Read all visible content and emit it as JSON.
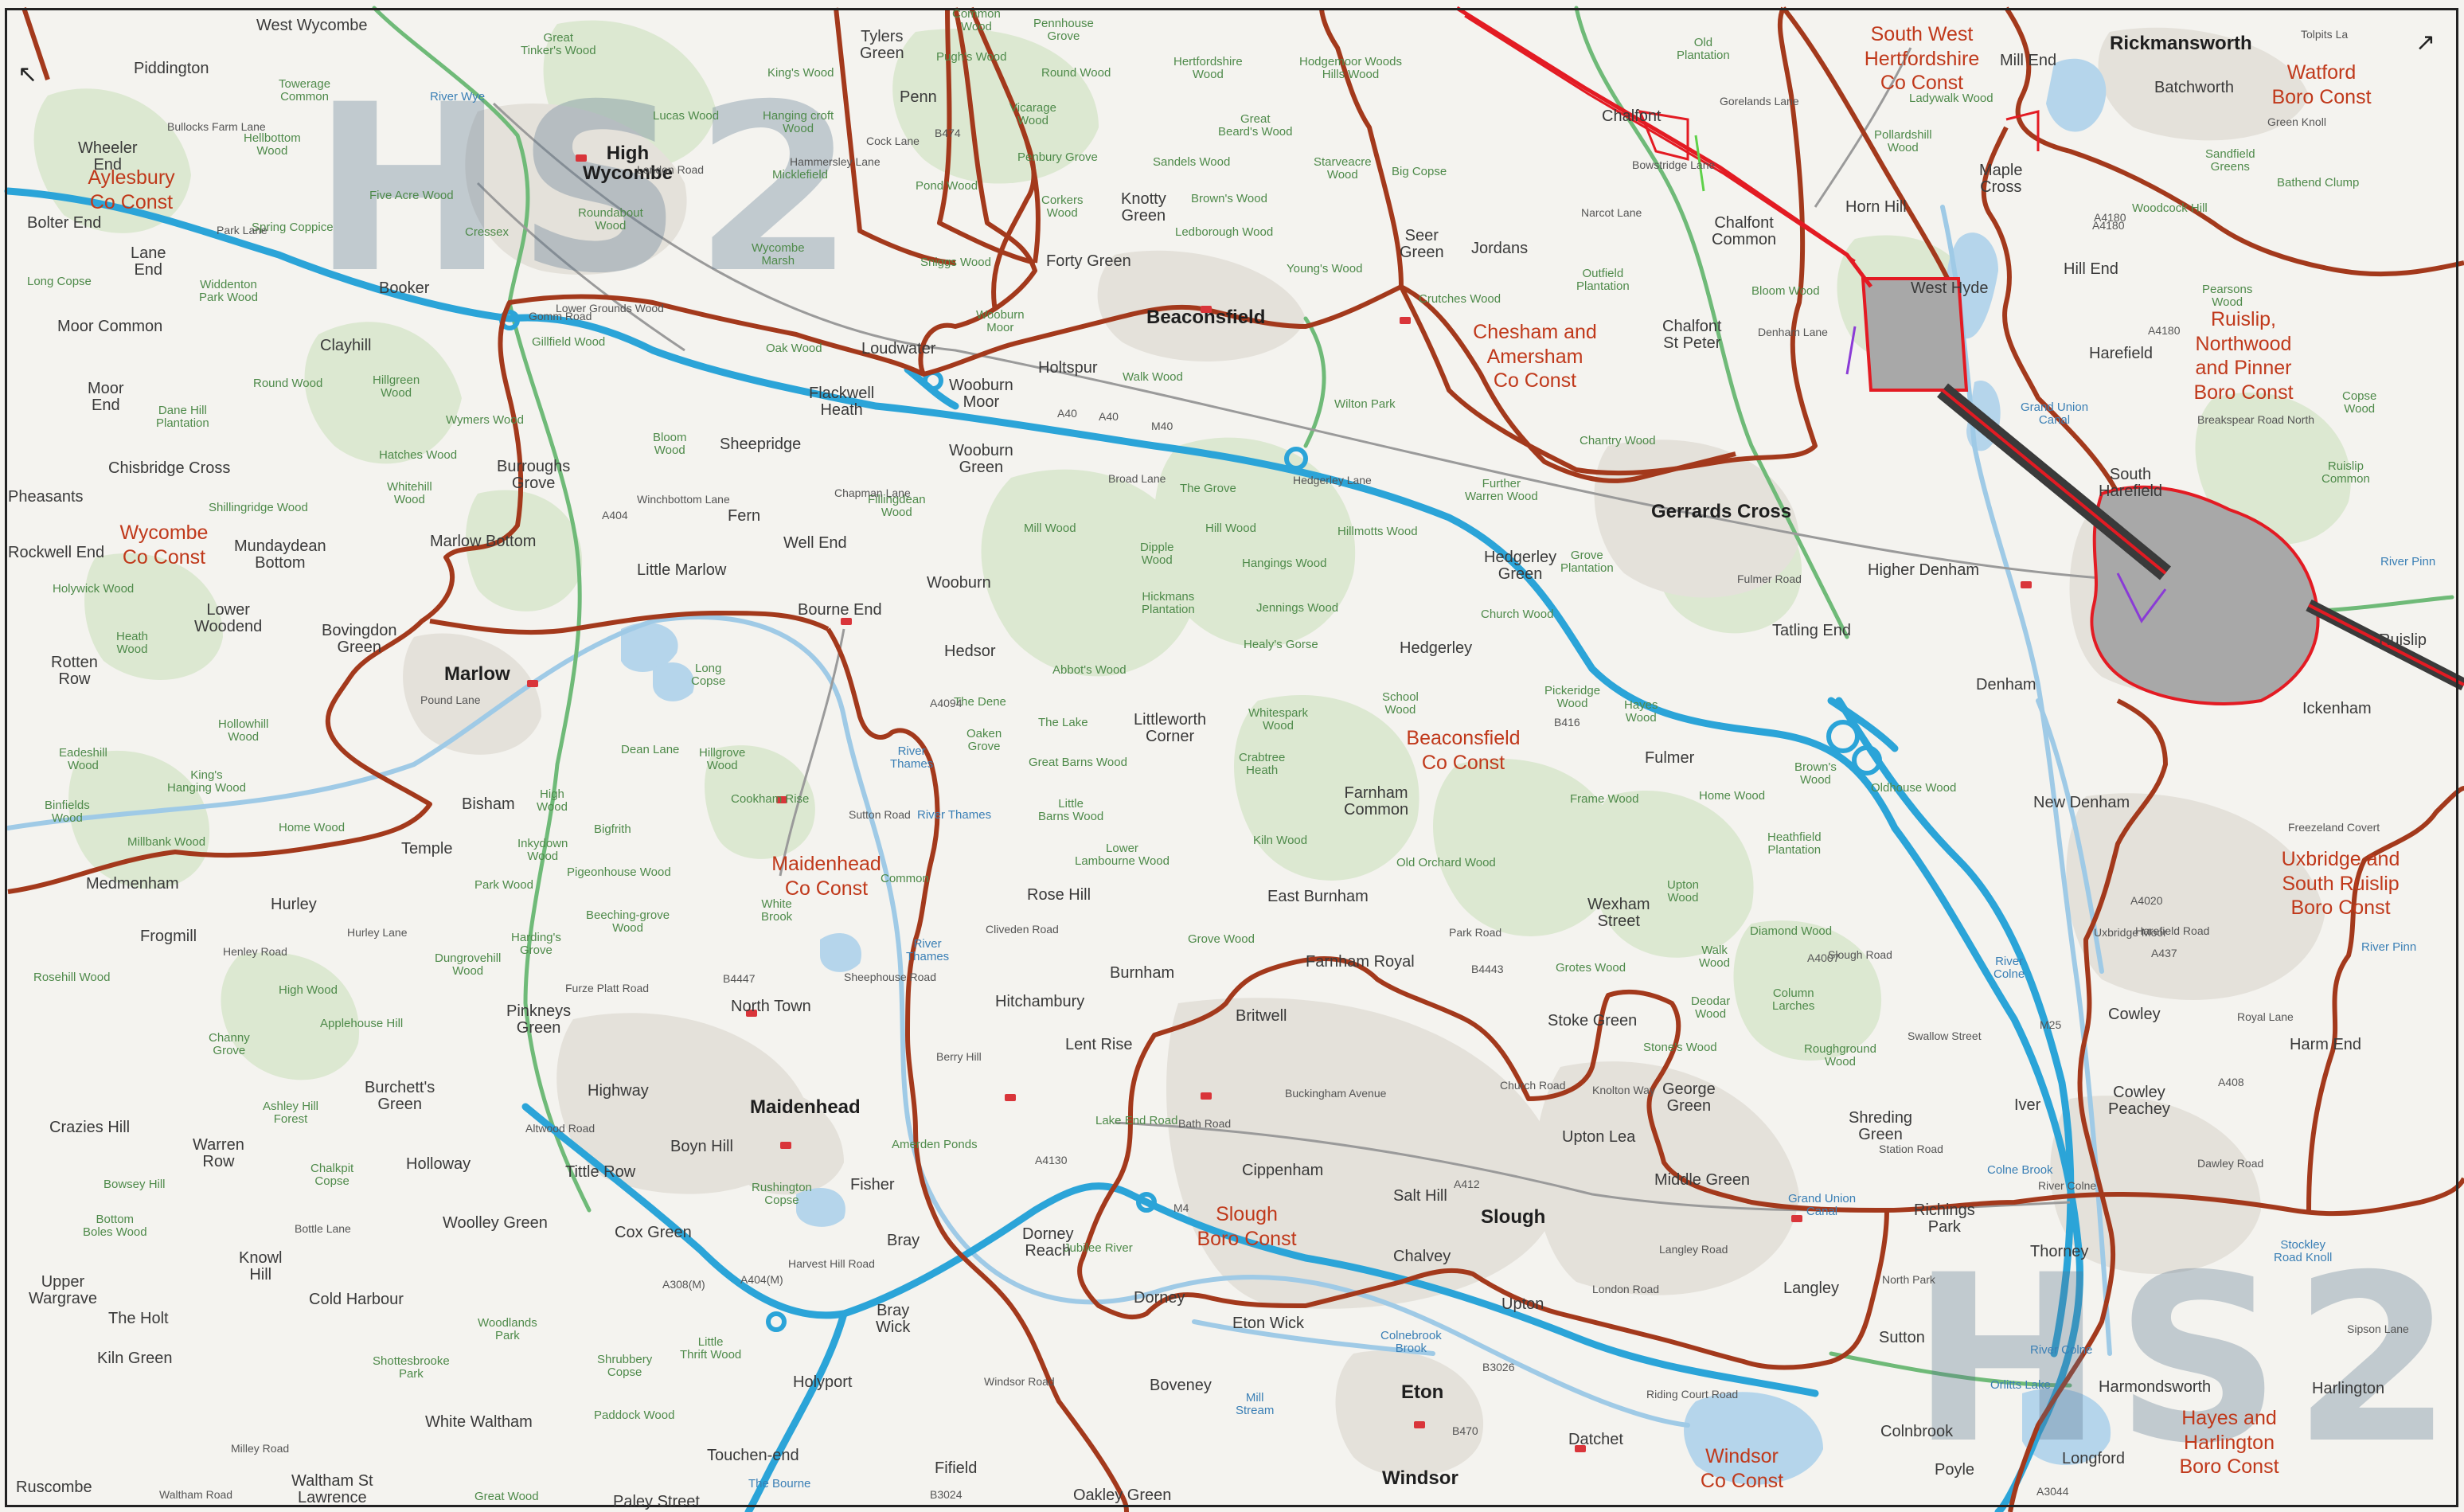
{
  "watermark": {
    "text": "HS2"
  },
  "constituencies": {
    "aylesbury": "Aylesbury\nCo Const",
    "wycombe": "Wycombe\nCo Const",
    "beaconsfield": "Beaconsfield\nCo Const",
    "chesham": "Chesham and\nAmersham\nCo Const",
    "sw_herts": "South West\nHertfordshire\nCo Const",
    "watford": "Watford\nBoro Const",
    "ruislip": "Ruislip,\nNorthwood\nand Pinner\nBoro Const",
    "uxbridge": "Uxbridge and\nSouth Ruislip\nBoro Const",
    "maidenhead": "Maidenhead\nCo Const",
    "slough": "Slough\nBoro Const",
    "windsor": "Windsor\nCo Const",
    "hayes": "Hayes and\nHarlington\nBoro Const"
  },
  "towns": {
    "high_wycombe": "High\nWycombe",
    "beaconsfield": "Beaconsfield",
    "marlow": "Marlow",
    "maidenhead": "Maidenhead",
    "slough": "Slough",
    "gerrards_cross": "Gerrards Cross",
    "rickmansworth": "Rickmansworth",
    "windsor": "Windsor",
    "eton": "Eton"
  },
  "places": {
    "west_wycombe": "West Wycombe",
    "piddington": "Piddington",
    "wheeler_end": "Wheeler\nEnd",
    "bolter_end": "Bolter End",
    "lane_end": "Lane\nEnd",
    "moor_common": "Moor Common",
    "booker": "Booker",
    "clayhill": "Clayhill",
    "moor_end": "Moor\nEnd",
    "chisbridge_cross": "Chisbridge Cross",
    "pheasants": "Pheasants",
    "rockwell_end": "Rockwell End",
    "mundaydean_bottom": "Mundaydean\nBottom",
    "lower_woodend": "Lower\nWoodend",
    "bovingdon_green": "Bovingdon\nGreen",
    "rotten_row": "Rotten\nRow",
    "medmenham": "Medmenham",
    "hurley": "Hurley",
    "frogmill": "Frogmill",
    "bisham": "Bisham",
    "temple": "Temple",
    "marlow_bottom": "Marlow Bottom",
    "burroughs_grove": "Burroughs\nGrove",
    "little_marlow": "Little Marlow",
    "fern": "Fern",
    "well_end": "Well End",
    "bourne_end": "Bourne End",
    "wooburn": "Wooburn",
    "wooburn_green": "Wooburn\nGreen",
    "wooburn_moor": "Wooburn\nMoor",
    "flackwell_heath": "Flackwell\nHeath",
    "sheepridge": "Sheepridge",
    "loudwater": "Loudwater",
    "holtspur": "Holtspur",
    "tylers_green": "Tylers\nGreen",
    "penn": "Penn",
    "knotty_green": "Knotty\nGreen",
    "forty_green": "Forty Green",
    "seer_green": "Seer\nGreen",
    "jordans": "Jordans",
    "chalfont_common": "Chalfont\nCommon",
    "chalfont_st_peter": "Chalfont\nSt Peter",
    "chalfont": "Chalfont",
    "horn_hill": "Horn Hill",
    "maple_cross": "Maple\nCross",
    "mill_end": "Mill End",
    "batchworth": "Batchworth",
    "hill_end": "Hill End",
    "harefield": "Harefield",
    "south_harefield": "South\nHarefield",
    "higher_denham": "Higher Denham",
    "tatling_end": "Tatling End",
    "denham": "Denham",
    "new_denham": "New Denham",
    "cowley": "Cowley",
    "cowley_peachey": "Cowley\nPeachey",
    "hillingdon_end": "Harm End",
    "harlington": "Harlington",
    "harmondsworth": "Harmondsworth",
    "thorney": "Thorney",
    "richings_park": "Richings\nPark",
    "iver": "Iver",
    "shreding_green": "Shreding\nGreen",
    "langley": "Langley",
    "middle_green": "Middle Green",
    "george_green": "George\nGreen",
    "upton_lea": "Upton Lea",
    "stoke_green": "Stoke Green",
    "wexham_street": "Wexham\nStreet",
    "fulmer": "Fulmer",
    "hedgerley": "Hedgerley",
    "hedgerley_green": "Hedgerley\nGreen",
    "farnham_common": "Farnham\nCommon",
    "east_burnham": "East Burnham",
    "farnham_royal": "Farnham Royal",
    "burnham": "Burnham",
    "britwell": "Britwell",
    "cippenham": "Cippenham",
    "salt_hill": "Salt Hill",
    "chalvey": "Chalvey",
    "upton": "Upton",
    "eton_wick": "Eton Wick",
    "dorney": "Dorney",
    "dorney_reach": "Dorney\nReach",
    "boveney": "Boveney",
    "bray": "Bray",
    "bray_wick": "Bray\nWick",
    "holyport": "Holyport",
    "fishery": "Fisher",
    "boyn_hill": "Boyn Hill",
    "highway": "Highway",
    "north_town": "North Town",
    "pinkneys_green": "Pinkneys\nGreen",
    "tittle_row": "Tittle Row",
    "cox_green": "Cox Green",
    "woolley_green": "Woolley Green",
    "holloway": "Holloway",
    "burchetts_green": "Burchett's\nGreen",
    "warren_row": "Warren\nRow",
    "crazies_hill": "Crazies Hill",
    "knowl_hill": "Knowl\nHill",
    "upper_wargrave": "Upper\nWargrave",
    "cold_harbour": "Cold Harbour",
    "the_holt": "The Holt",
    "kiln_green": "Kiln Green",
    "white_waltham": "White Waltham",
    "touchen_end": "Touchen-end",
    "paley_street": "Paley Street",
    "waltham_st_lawrence": "Waltham St\nLawrence",
    "ruscombe": "Ruscombe",
    "fifield": "Fifield",
    "oakley_green": "Oakley Green",
    "datchet": "Datchet",
    "colnbrook": "Colnbrook",
    "poyle": "Poyle",
    "longford": "Longford",
    "sutton": "Sutton",
    "littleworth_corner": "Littleworth\nCorner",
    "hitchambury": "Hitchambury",
    "lent_rise": "Lent Rise",
    "rose_hill": "Rose Hill",
    "hedsor": "Hedsor",
    "ickenham": "Ickenham",
    "ruislip": "Ruislip",
    "west_hyde": "West Hyde"
  },
  "woods": {
    "great_tinkers": "Great\nTinker's Wood",
    "kings_wood": "King's Wood",
    "lucas_wood": "Lucas Wood",
    "hanging_croft": "Hanging croft\nWood",
    "towerage": "Towerage\nCommon",
    "hellbottom": "Hellbottom\nWood",
    "five_acre": "Five Acre Wood",
    "spring_coppice": "Spring Coppice",
    "widdenton": "Widdenton\nPark Wood",
    "long_copse": "Long Copse",
    "round_wood": "Round Wood",
    "hillgreen": "Hillgreen\nWood",
    "dane_hill": "Dane Hill\nPlantation",
    "wymers": "Wymers Wood",
    "hatches": "Hatches Wood",
    "whitehill": "Whitehill\nWood",
    "shillingridge": "Shillingridge Wood",
    "holywick": "Holywick Wood",
    "heath_wood": "Heath\nWood",
    "hollowhill": "Hollowhill\nWood",
    "eadeshill": "Eadeshill\nWood",
    "kings_hanging": "King's\nHanging Wood",
    "binfields": "Binfields\nWood",
    "millbank": "Millbank Wood",
    "home_wood": "Home Wood",
    "high_wood": "High Wood",
    "rosehill": "Rosehill Wood",
    "bloom": "Bloom\nWood",
    "gillfield": "Gillfield Wood",
    "oak_wood": "Oak Wood",
    "fillingdean": "Fillingdean\nWood",
    "mill_wood": "Mill Wood",
    "dipple": "Dipple\nWood",
    "the_grove": "The Grove",
    "hill_wood": "Hill Wood",
    "hangings": "Hangings Wood",
    "hickmans": "Hickmans\nPlantation",
    "jennings": "Jennings Wood",
    "healys": "Healy's Gorse",
    "abbots": "Abbot's Wood",
    "the_lake": "The Lake",
    "great_barns": "Great Barns Wood",
    "oaken_grove": "Oaken\nGrove",
    "little_barns": "Little\nBarns Wood",
    "lower_lambourne": "Lower\nLambourne Wood",
    "whitespark": "Whitespark\nWood",
    "crabtree": "Crabtree\nHeath",
    "kiln_wood": "Kiln Wood",
    "grove_wood": "Grove Wood",
    "church_wood": "Church Wood",
    "school_wood": "School\nWood",
    "pickeridge": "Pickeridge\nWood",
    "hayes_wood": "Hayes\nWood",
    "old_orchard": "Old Orchard Wood",
    "frame_wood": "Frame Wood",
    "home_wood2": "Home Wood",
    "heathfield": "Heathfield\nPlantation",
    "upton_wood": "Upton\nWood",
    "diamond": "Diamond Wood",
    "walk_wood": "Walk\nWood",
    "grotes": "Grotes Wood",
    "stones": "Stone's Wood",
    "deodar": "Deodar\nWood",
    "column": "Column\nLarches",
    "roughground": "Roughground\nWood",
    "grove_plantation": "Grove\nPlantation",
    "chantry": "Chantry Wood",
    "further_warren": "Further\nWarren Wood",
    "crutches": "Crutches Wood",
    "youngs": "Young's Wood",
    "hillmotts": "Hillmotts Wood",
    "oldhouse": "Oldhouse Wood",
    "browns_wood": "Brown's\nWood",
    "pollardshill": "Pollardshill\nWood",
    "ladywalk": "Ladywalk Wood",
    "bloom_wood": "Bloom Wood",
    "outfield": "Outfield\nPlantation",
    "old_plantation": "Old\nPlantation",
    "woodcock": "Woodcock Hill",
    "sandfield": "Sandfield\nGreens",
    "pearsons": "Pearsons\nWood",
    "copse_wood": "Copse\nWood",
    "ruislip_common": "Ruislip\nCommon",
    "mad_bess": "Bathend Clump",
    "pughs": "Pugh's Wood",
    "common_wood": "Common\nWood",
    "pennhouse": "Pennhouse\nGrove",
    "hertfordshire": "Hertfordshire\nWood",
    "hodgemoor": "Hodgemoor Woods\nHills Wood",
    "round_wood2": "Round Wood",
    "vicarage": "Vicarage\nWood",
    "penbury": "Penbury Grove",
    "corkers": "Corkers\nWood",
    "sandels": "Sandels Wood",
    "pond_wood": "Pond Wood",
    "snigg": "Sniggs Wood",
    "browns": "Brown's Wood",
    "ledborough": "Ledborough Wood",
    "starveacre": "Starveacre\nWood",
    "big_copse": "Big Copse",
    "great_bereds": "Great\nBeard's Wood",
    "wooburn_moor_wood": "Wooburn\nMoor",
    "walk_wood2": "Walk Wood",
    "wilton_park": "Wilton Park",
    "roundabout": "Roundabout\nWood",
    "cressex": "Cressex",
    "micklefield": "Micklefield",
    "wycombe_marsh": "Wycombe\nMarsh",
    "hillgrove": "Hillgrove\nWood",
    "inkydown": "Inkydown\nWood",
    "park_wood": "Park Wood",
    "pigeonhouse": "Pigeonhouse Wood",
    "beeching": "Beeching-grove\nWood",
    "hardings": "Harding's\nGrove",
    "dungrovehill": "Dungrovehill\nWood",
    "applehouse": "Applehouse Hill",
    "channy": "Channy\nGrove",
    "ashley_hill": "Ashley Hill\nForest",
    "chalkpit": "Chalkpit\nCopse",
    "bowsey": "Bowsey Hill",
    "bottom_boles": "Bottom\nBoles Wood",
    "woodlands_park": "Woodlands\nPark",
    "shottesbrooke": "Shottesbrooke\nPark",
    "shrubbery": "Shrubbery\nCopse",
    "little_thrift": "Little\nThrift Wood",
    "paddock": "Paddock Wood",
    "great_wood": "Great Wood",
    "rushington": "Rushington\nCopse",
    "high_wood2": "High\nWood",
    "long_copse2": "Long\nCopse",
    "the_dene": "The Dene",
    "white_brook": "White\nBrook",
    "common": "Common",
    "cookham_rise": "Cookham Rise",
    "bigfrith": "Bigfrith",
    "dean_lane": "Dean Lane",
    "lake_end": "Lake End Road",
    "amerden": "Amerden Ponds",
    "jubilee": "Jubilee River"
  },
  "waters": {
    "river_thames": "River\nThames",
    "river_thames2": "River Thames",
    "river_thames3": "River\nThames",
    "river_wye": "River Wye",
    "grand_union": "Grand Union\nCanal",
    "river_colne": "River\nColne",
    "river_pinn": "River Pinn",
    "river_pinn2": "River Pinn",
    "colne_brook": "Colne Brook",
    "the_bourne": "The Bourne",
    "clewer_mill": "Mill\nStream",
    "colne_brook2": "Colnebrook\nBrook",
    "grand_union2": "Grand Union\nCanal",
    "orlitts": "Orlitts Lake",
    "river_colne2": "River Colne",
    "stockley": "Stockley\nRoad Knoll"
  },
  "roads": {
    "bullocks": "Bullocks Farm Lane",
    "park_lane": "Park Lane",
    "london_road": "London Road",
    "hammersley": "Hammersley Lane",
    "gomm": "Gomm Road",
    "lower_grounds": "Lower Grounds Wood",
    "m40": "M40",
    "a40": "A40",
    "a404": "A404",
    "hedgerley_lane": "Hedgerley Lane",
    "henley_road": "Henley Road",
    "pound_lane": "Pound Lane",
    "hurley_lane": "Hurley Lane",
    "furze_platt": "Furze Platt Road",
    "sheephouse": "Sheephouse Road",
    "sutton_road": "Sutton Road",
    "a308m": "A308(M)",
    "a404m": "A404(M)",
    "m4": "M4",
    "bath_road": "Bath Road",
    "buckingham": "Buckingham Avenue",
    "berry_hill": "Berry Hill",
    "windsor_road": "Windsor Road",
    "cliveden_road": "Cliveden Road",
    "park_road": "Park Road",
    "a4007": "A4007",
    "slough_road": "Slough Road",
    "a4020": "A4020",
    "m25": "M25",
    "a4180": "A4180",
    "a408": "A408",
    "london_road2": "London Road",
    "langley_road": "Langley Road",
    "a412": "A412",
    "church_road": "Church Road",
    "knolton": "Knolton Way",
    "b3026": "B3026",
    "b470": "B470",
    "b3024": "B3024",
    "riding_court": "Riding Court Road",
    "north_park": "North Park",
    "a3044": "A3044",
    "b416": "B416",
    "b4443": "B4443",
    "goreland": "Gorelands Lane",
    "bowstridge": "Bowstridge Lane",
    "narcot": "Narcot Lane",
    "denham_lane": "Denham Lane",
    "breakspear": "Breakspear Road North",
    "a4180b": "A4180",
    "waltham_road": "Waltham Road",
    "milley": "Milley Road",
    "bottle_lane": "Bottle Lane",
    "b4447": "B4447",
    "a4130": "A4130",
    "a4094": "A4094",
    "a40b": "A40",
    "cock_lane": "Cock Lane",
    "b474": "B474",
    "broad_lane": "Broad Lane",
    "chapman": "Chapman Lane",
    "winchbottom": "Winchbottom Lane",
    "harvest_hill": "Harvest Hill Road",
    "altwood": "Altwood Road",
    "fulmer_road": "Fulmer Road",
    "swallow": "Swallow Street",
    "royal_lane": "Royal Lane",
    "a4020b": "Harefield Road",
    "a437": "A437",
    "station_road": "Station Road",
    "a408b": "Dawley Road",
    "freezeland": "Freezeland Covert",
    "uxbridge_moor": "Uxbridge Moor",
    "river_colne3": "River Colne",
    "harmond": "Sipson Lane",
    "a4180c": "A4180",
    "tolpits": "Tolpits La",
    "green_knoll": "Green Knoll"
  },
  "colors": {
    "boundary": "#a0381b",
    "hs2": "#e31b23",
    "motorway": "#2aa3d6",
    "trunk": "#5fb06c",
    "water": "#b7d6ec",
    "land": "#f4f3ef",
    "wood": "#dde8d2",
    "urban": "#e5e2dc"
  }
}
